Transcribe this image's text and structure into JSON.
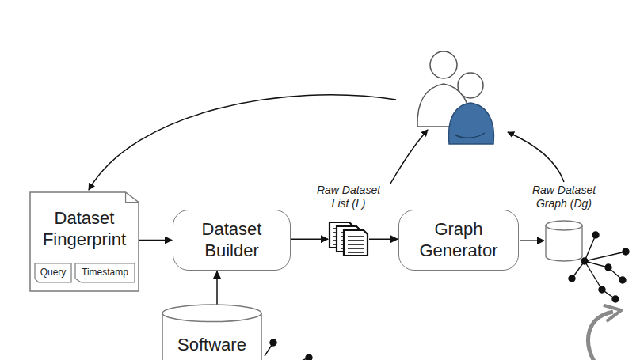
{
  "diagram": {
    "nodes": [
      {
        "text": [
          "Dataset Fingerprint"
        ]
      },
      {
        "text": [
          "Query"
        ],
        "in": 0
      },
      {
        "text": [
          "Timestamp"
        ],
        "in": 0
      },
      {
        "text": [
          "Dataset Builder"
        ]
      },
      {
        "text": [
          "Raw Dataset List (L)"
        ]
      },
      {
        "text": [
          "Graph Generator"
        ]
      },
      {
        "text": [
          "Raw Dataset Graph (Dg)"
        ]
      },
      {
        "text": [
          "Software"
        ]
      }
    ],
    "edges": [
      {
        "from": 0,
        "to": 3,
        "arrow": "to"
      },
      {
        "from": 3,
        "to": 4,
        "arrow": "to"
      },
      {
        "from": 4,
        "to": 5,
        "arrow": "to"
      },
      {
        "from": 5,
        "to": 6,
        "arrow": "to"
      },
      {
        "from": 7,
        "to": 3,
        "arrow": "to"
      }
    ]
  }
}
